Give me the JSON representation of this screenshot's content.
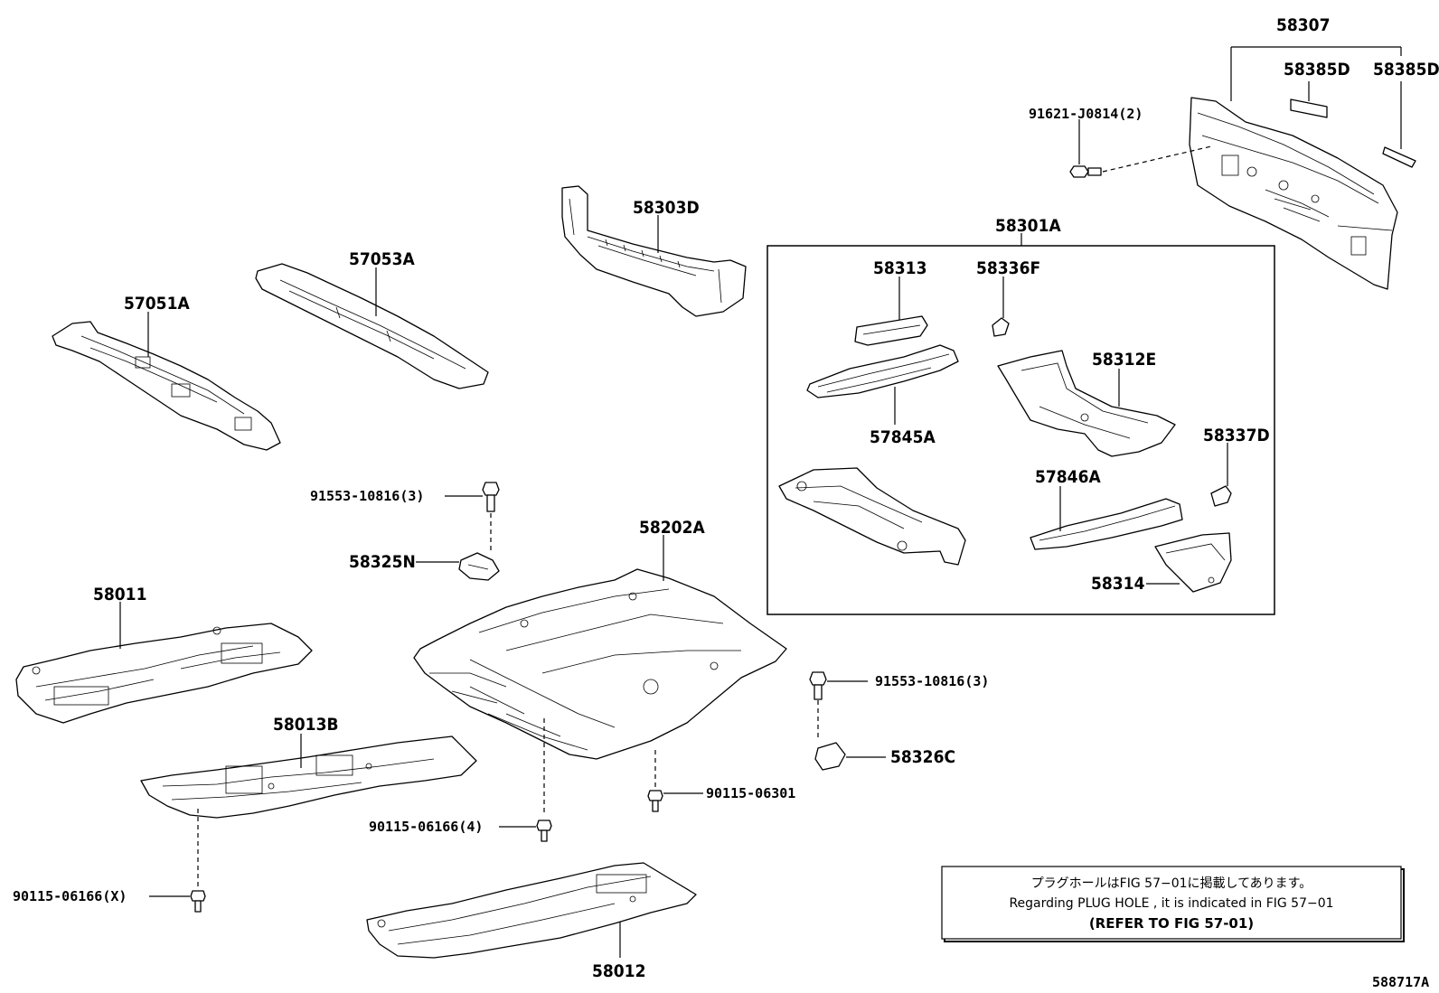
{
  "labels": {
    "p58307": "58307",
    "p58385d_1": "58385D",
    "p58385d_2": "58385D",
    "p91621": "91621-J0814(2)",
    "p58303d": "58303D",
    "p57053a": "57053A",
    "p57051a": "57051A",
    "p58301a": "58301A",
    "p58313": "58313",
    "p58336f": "58336F",
    "p58312e": "58312E",
    "p57845a": "57845A",
    "p58337d": "58337D",
    "p57846a": "57846A",
    "p58314": "58314",
    "p91553_a": "91553-10816(3)",
    "p58325n": "58325N",
    "p58202a": "58202A",
    "p58011": "58011",
    "p91553_b": "91553-10816(3)",
    "p58013b": "58013B",
    "p58326c": "58326C",
    "p90115_06301": "90115-06301",
    "p90115_06166_4": "90115-06166(4)",
    "p90115_06166_x": "90115-06166(X)",
    "p58012": "58012"
  },
  "note": {
    "line1": "プラグホールはFIG 57−01に掲載してあります。",
    "line2": "Regarding PLUG HOLE , it is indicated in FIG 57−01",
    "line3": "(REFER TO FIG 57-01)"
  },
  "figure_id": "588717A"
}
